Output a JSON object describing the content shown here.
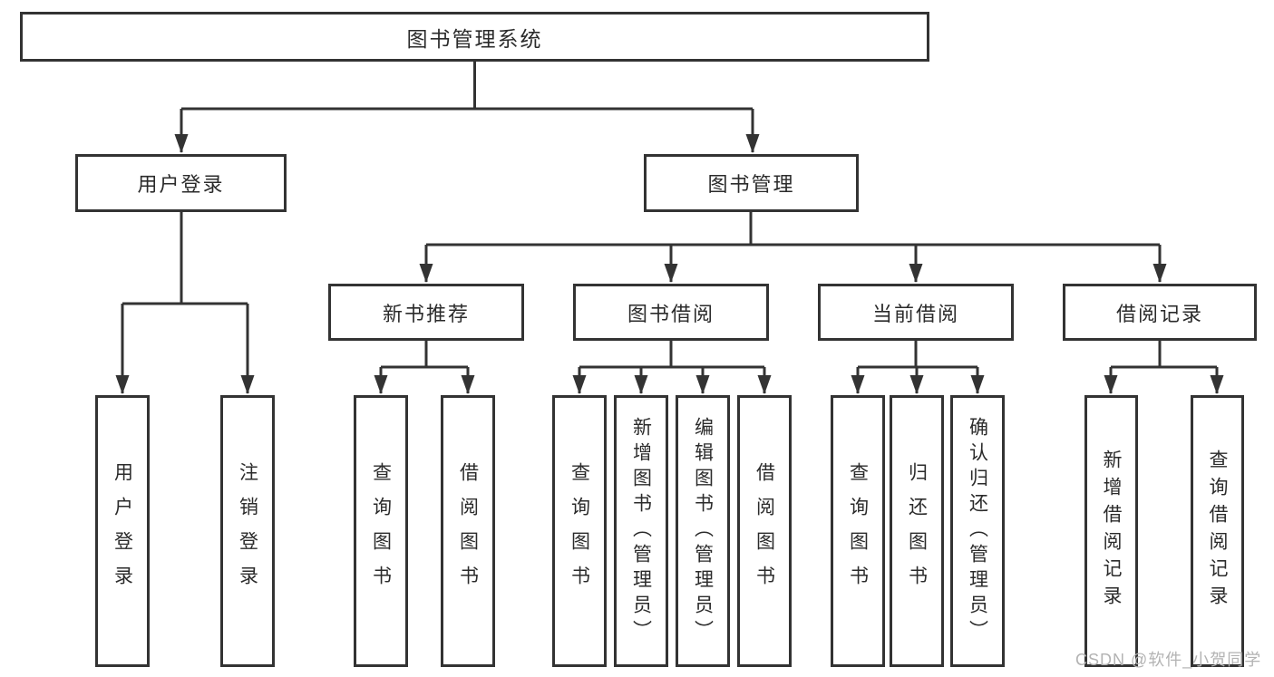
{
  "tree": {
    "root": {
      "label": "图书管理系统",
      "children": [
        {
          "label": "用户登录",
          "children": [
            {
              "label": "用户登录"
            },
            {
              "label": "注销登录"
            }
          ]
        },
        {
          "label": "图书管理",
          "children": [
            {
              "label": "新书推荐",
              "children": [
                {
                  "label": "查询图书"
                },
                {
                  "label": "借阅图书"
                }
              ]
            },
            {
              "label": "图书借阅",
              "children": [
                {
                  "label": "查询图书"
                },
                {
                  "label": "新增图书（管理员）"
                },
                {
                  "label": "编辑图书（管理员）"
                },
                {
                  "label": "借阅图书"
                }
              ]
            },
            {
              "label": "当前借阅",
              "children": [
                {
                  "label": "查询图书"
                },
                {
                  "label": "归还图书"
                },
                {
                  "label": "确认归还（管理员）"
                }
              ]
            },
            {
              "label": "借阅记录",
              "children": [
                {
                  "label": "新增借阅记录"
                },
                {
                  "label": "查询借阅记录"
                }
              ]
            }
          ]
        }
      ]
    }
  },
  "watermark": {
    "text": "CSDN @软件_小贺同学"
  },
  "colors": {
    "line": "#333333",
    "text": "#2b2b2b",
    "watermark": "#b3b3b3",
    "background": "#ffffff"
  }
}
